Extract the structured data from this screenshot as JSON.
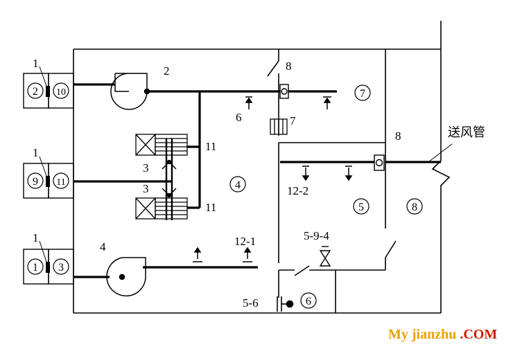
{
  "labels": {
    "l1a": "1",
    "l1b": "1",
    "l1c": "1",
    "l2": "2",
    "l3a": "3",
    "l3b": "3",
    "l4": "4",
    "l6": "6",
    "l7": "7",
    "l8a": "8",
    "l8b": "8",
    "l11a": "11",
    "l11b": "11",
    "l12_1": "12-1",
    "l12_2": "12-2",
    "l5_9_4": "5-9-4",
    "l5_6": "5-6",
    "supply_duct": "送风管"
  },
  "circled": {
    "c2": "2",
    "c10": "10",
    "c9": "9",
    "c11": "11",
    "c1": "1",
    "c3": "3",
    "c4": "4",
    "c5": "5",
    "c6": "6",
    "c7": "7",
    "c8": "8"
  },
  "watermark": {
    "part1": "My jianzhu",
    "part2": " .COM",
    "color1": "#e8a000",
    "color2": "#cc2200"
  }
}
